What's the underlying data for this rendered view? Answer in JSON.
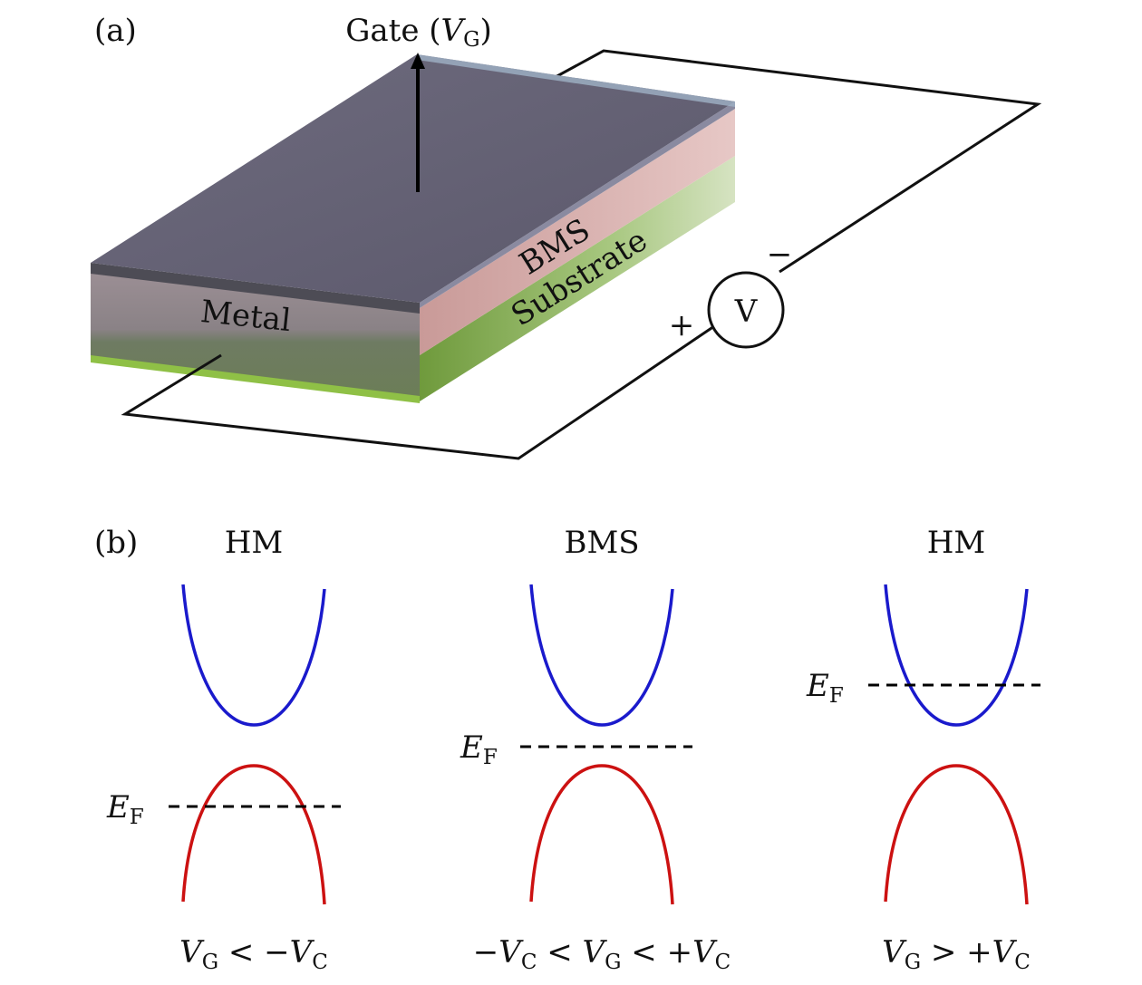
{
  "panel_a": {
    "label": "(a)",
    "gate": {
      "text": "Gate (",
      "symbol": "V",
      "subscript": "G",
      "close": ")"
    },
    "layers": {
      "metal": "Metal",
      "bms": "BMS",
      "substrate": "Substrate"
    },
    "voltmeter": {
      "symbol": "V",
      "plus": "+",
      "minus": "−"
    }
  },
  "panel_b": {
    "label": "(b)",
    "ef": {
      "symbol": "E",
      "subscript": "F"
    },
    "columns": [
      {
        "title": "HM",
        "condition": [
          {
            "t": "V",
            "i": true
          },
          {
            "t": "G",
            "sub": true
          },
          {
            "t": " < −"
          },
          {
            "t": "V",
            "i": true
          },
          {
            "t": "C",
            "sub": true
          }
        ]
      },
      {
        "title": "BMS",
        "condition": [
          {
            "t": "−"
          },
          {
            "t": "V",
            "i": true
          },
          {
            "t": "C",
            "sub": true
          },
          {
            "t": " < "
          },
          {
            "t": "V",
            "i": true
          },
          {
            "t": "G",
            "sub": true
          },
          {
            "t": " < +"
          },
          {
            "t": "V",
            "i": true
          },
          {
            "t": "C",
            "sub": true
          }
        ]
      },
      {
        "title": "HM",
        "condition": [
          {
            "t": "V",
            "i": true
          },
          {
            "t": "G",
            "sub": true
          },
          {
            "t": " > +"
          },
          {
            "t": "V",
            "i": true
          },
          {
            "t": "C",
            "sub": true
          }
        ]
      }
    ],
    "colors": {
      "conduction": "#1a1acc",
      "valence": "#cc1111"
    }
  }
}
